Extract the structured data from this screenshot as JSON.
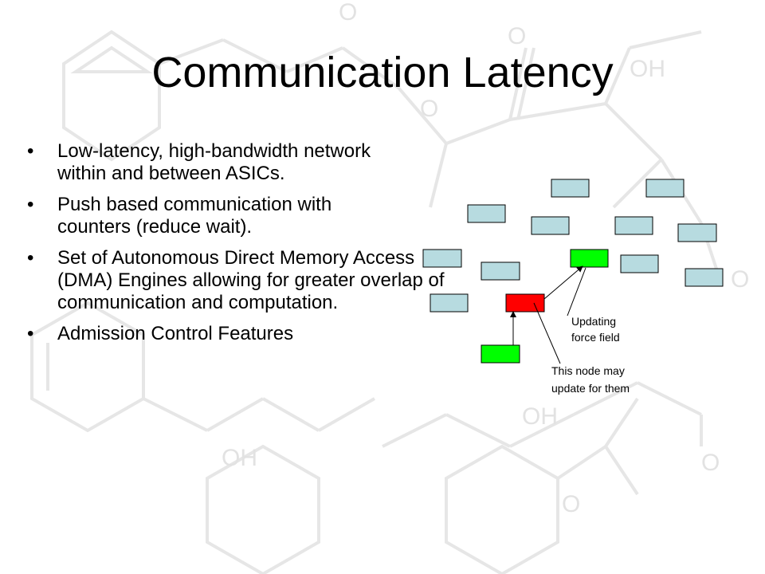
{
  "slide": {
    "title": "Communication Latency",
    "bullet_glyph": "•",
    "bullets": [
      "Low-latency, high-bandwidth network within and between ASICs.",
      "Push based communication with counters (reduce wait).",
      "Set of Autonomous Direct Memory Access (DMA) Engines allowing for greater overlap of communication and computation.",
      "Admission Control Features"
    ]
  },
  "background": {
    "watermark_letters": [
      "O",
      "O",
      "O",
      "O",
      "O",
      "O",
      "OH",
      "OH",
      "OH"
    ],
    "color": "#e4e4e4"
  },
  "diagram": {
    "colors": {
      "node": "#b7dbe0",
      "updating": "#00ff00",
      "target": "#ff0000"
    },
    "labels": {
      "updating_1": "Updating",
      "updating_2": "force field",
      "may_update_1": "This node may",
      "may_update_2": "update for them"
    }
  }
}
